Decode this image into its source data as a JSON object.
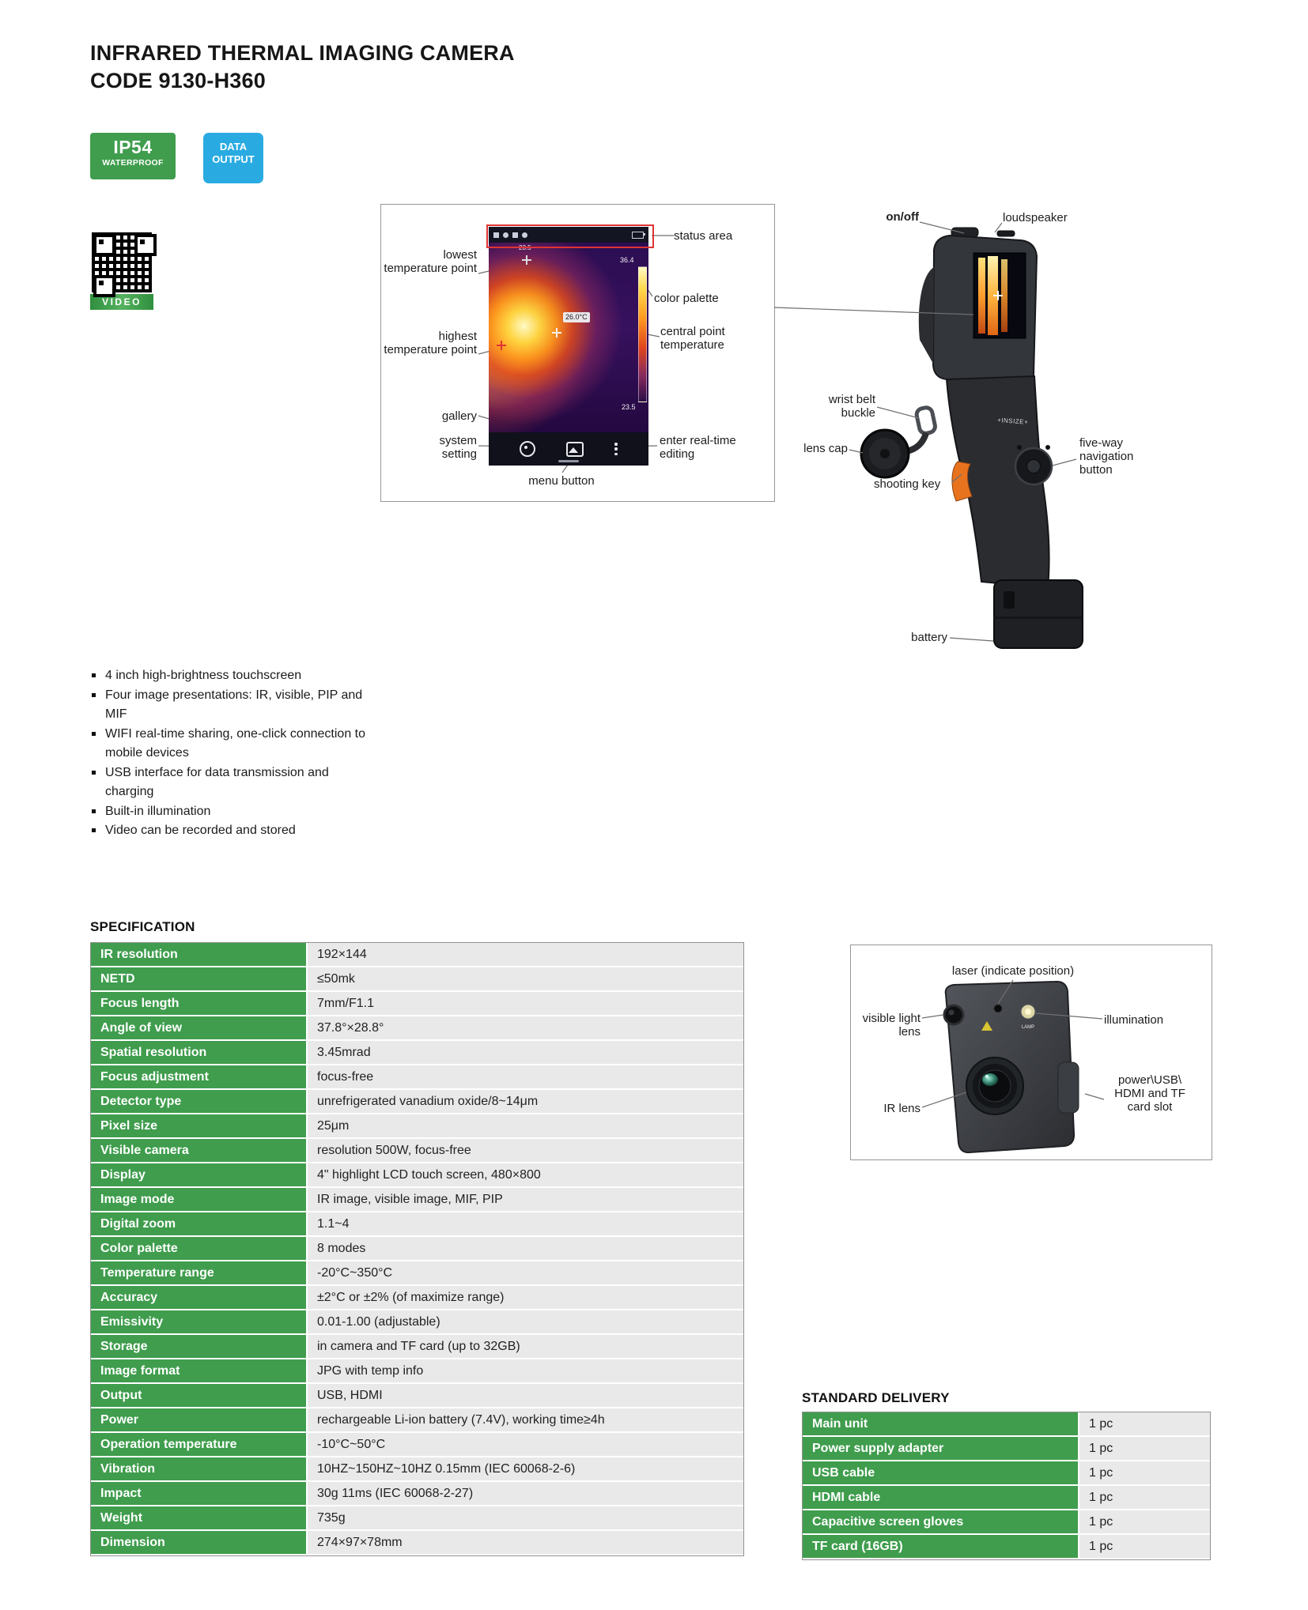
{
  "header": {
    "title_line1": "INFRARED THERMAL IMAGING CAMERA",
    "title_line2": "CODE 9130-H360"
  },
  "colors": {
    "brand_green": "#3f9d4d",
    "brand_blue": "#29abe2",
    "annotation_red": "#e03434",
    "table_value_bg": "#e9e9e9"
  },
  "badges": {
    "ip54_top": "IP54",
    "ip54_bottom": "WATERPROOF",
    "data_top": "DATA",
    "data_bottom": "OUTPUT",
    "video": "VIDEO"
  },
  "screen_diagram": {
    "labels": {
      "status_area": "status area",
      "lowest_temp": "lowest temperature point",
      "color_palette": "color palette",
      "highest_temp": "highest temperature point",
      "central_point": "central point temperature",
      "gallery": "gallery",
      "system_setting": "system setting",
      "realtime_editing": "enter real-time editing",
      "menu_button": "menu button"
    },
    "screen_values": {
      "top_point_temp": "23.5",
      "scale_max": "36.4",
      "scale_min": "23.5",
      "center_temp": "26.0°C"
    }
  },
  "camera_back": {
    "labels": {
      "on_off": "on/off",
      "loudspeaker": "loudspeaker",
      "wrist_belt": "wrist belt buckle",
      "lens_cap": "lens cap",
      "five_way": "five-way navigation button",
      "shooting_key": "shooting key",
      "battery": "battery"
    },
    "brand": "+INSIZE+"
  },
  "camera_front": {
    "labels": {
      "laser": "laser (indicate position)",
      "visible_lens": "visible light lens",
      "illumination": "illumination",
      "ir_lens": "IR lens",
      "power_lines": [
        "power\\USB\\",
        "HDMI and TF",
        "card slot"
      ],
      "lamp": "LAMP"
    }
  },
  "features": [
    {
      "text": "4 inch high-brightness touchscreen"
    },
    {
      "text": "Four image presentations: IR, visible, PIP and MIF"
    },
    {
      "text": "WIFI real-time sharing, one-click connection to mobile devices"
    },
    {
      "text": "USB interface for data transmission and charging"
    },
    {
      "text": "Built-in illumination"
    },
    {
      "text": "Video can be recorded and stored"
    }
  ],
  "spec": {
    "heading": "SPECIFICATION",
    "rows": [
      {
        "label": "IR resolution",
        "value": "192×144"
      },
      {
        "label": "NETD",
        "value": "≤50mk"
      },
      {
        "label": "Focus length",
        "value": "7mm/F1.1"
      },
      {
        "label": "Angle of view",
        "value": "37.8°×28.8°"
      },
      {
        "label": "Spatial resolution",
        "value": "3.45mrad"
      },
      {
        "label": "Focus adjustment",
        "value": "focus-free"
      },
      {
        "label": "Detector type",
        "value": "unrefrigerated vanadium oxide/8~14μm"
      },
      {
        "label": "Pixel size",
        "value": "25μm"
      },
      {
        "label": "Visible camera",
        "value": "resolution 500W, focus-free"
      },
      {
        "label": "Display",
        "value": "4\" highlight LCD touch screen, 480×800"
      },
      {
        "label": "Image mode",
        "value": "IR image, visible image, MIF, PIP"
      },
      {
        "label": "Digital zoom",
        "value": "1.1~4"
      },
      {
        "label": "Color palette",
        "value": "8 modes"
      },
      {
        "label": "Temperature range",
        "value": "-20°C~350°C"
      },
      {
        "label": "Accuracy",
        "value": "±2°C or ±2% (of maximize range)"
      },
      {
        "label": "Emissivity",
        "value": "0.01-1.00 (adjustable)"
      },
      {
        "label": "Storage",
        "value": "in camera and TF card (up to 32GB)"
      },
      {
        "label": "Image format",
        "value": "JPG with temp info"
      },
      {
        "label": "Output",
        "value": "USB, HDMI"
      },
      {
        "label": "Power",
        "value": "rechargeable Li-ion battery (7.4V), working time≥4h"
      },
      {
        "label": "Operation temperature",
        "value": "-10°C~50°C"
      },
      {
        "label": "Vibration",
        "value": "10HZ~150HZ~10HZ 0.15mm (IEC 60068-2-6)"
      },
      {
        "label": "Impact",
        "value": "30g 11ms (IEC 60068-2-27)"
      },
      {
        "label": "Weight",
        "value": "735g"
      },
      {
        "label": "Dimension",
        "value": "274×97×78mm"
      }
    ]
  },
  "delivery": {
    "heading": "STANDARD DELIVERY",
    "rows": [
      {
        "label": "Main unit",
        "value": "1 pc"
      },
      {
        "label": "Power supply adapter",
        "value": "1 pc"
      },
      {
        "label": "USB cable",
        "value": "1 pc"
      },
      {
        "label": "HDMI cable",
        "value": "1 pc"
      },
      {
        "label": "Capacitive screen gloves",
        "value": "1 pc"
      },
      {
        "label": "TF card (16GB)",
        "value": "1 pc"
      }
    ]
  }
}
